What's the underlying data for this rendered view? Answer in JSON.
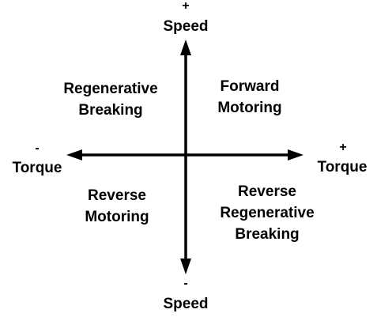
{
  "colors": {
    "background": "#ffffff",
    "ink": "#000000"
  },
  "axes": {
    "vertical": {
      "top_sign": "+",
      "top_label": "Speed",
      "bottom_sign": "-",
      "bottom_label": "Speed"
    },
    "horizontal": {
      "left_sign": "-",
      "left_label": "Torque",
      "right_sign": "+",
      "right_label": "Torque"
    }
  },
  "quadrants": {
    "top_left": [
      "Regenerative",
      "Breaking"
    ],
    "top_right": [
      "Forward",
      "Motoring"
    ],
    "bottom_left": [
      "Reverse",
      "Motoring"
    ],
    "bottom_right": [
      "Reverse",
      "Regenerative",
      "Breaking"
    ]
  }
}
